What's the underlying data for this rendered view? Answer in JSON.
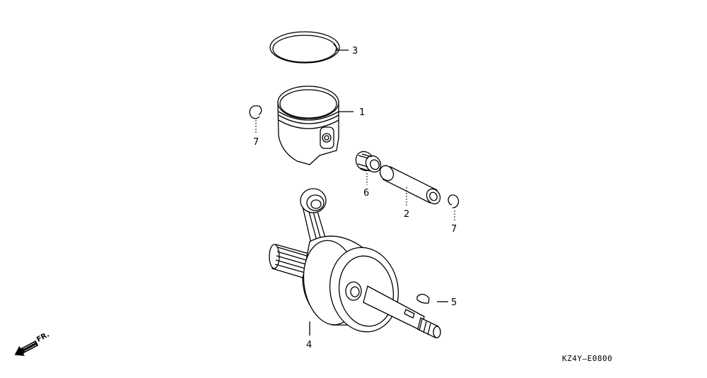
{
  "parts": [
    {
      "id": "piston",
      "label": "1"
    },
    {
      "id": "piston-pin",
      "label": "2"
    },
    {
      "id": "piston-ring",
      "label": "3"
    },
    {
      "id": "crankshaft",
      "label": "4"
    },
    {
      "id": "woodruff-key",
      "label": "5"
    },
    {
      "id": "needle-bearing",
      "label": "6"
    },
    {
      "id": "circlip-left",
      "label": "7"
    },
    {
      "id": "circlip-right",
      "label": "7"
    }
  ],
  "front_indicator": {
    "label": "FR.",
    "icon": "front-arrow-icon"
  },
  "reference_code": "KZ4Y—E0800"
}
